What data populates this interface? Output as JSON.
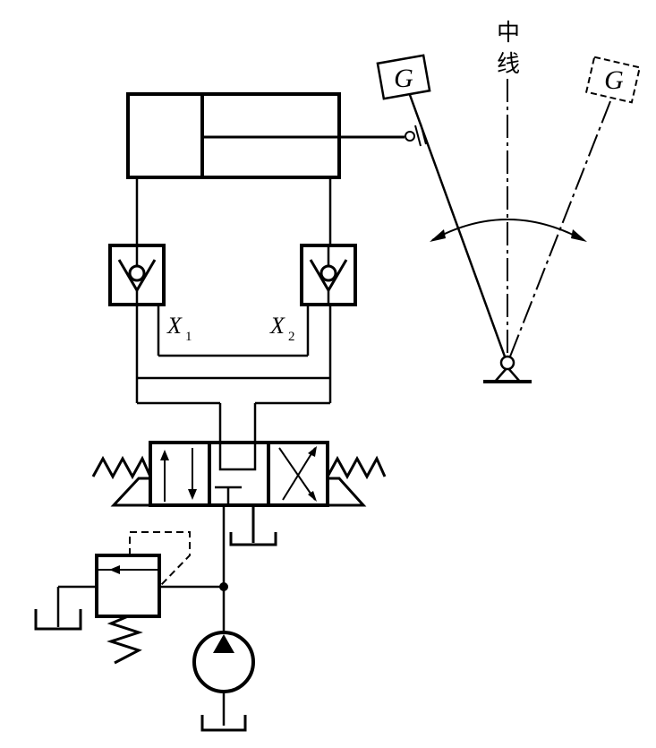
{
  "labels": {
    "weight_left": "G",
    "weight_right": "G",
    "centerline_char1": "中",
    "centerline_char2": "线",
    "pilot_x1": "X",
    "pilot_x1_sub": "1",
    "pilot_x2": "X",
    "pilot_x2_sub": "2"
  },
  "colors": {
    "stroke": "#000000",
    "background": "#ffffff"
  }
}
